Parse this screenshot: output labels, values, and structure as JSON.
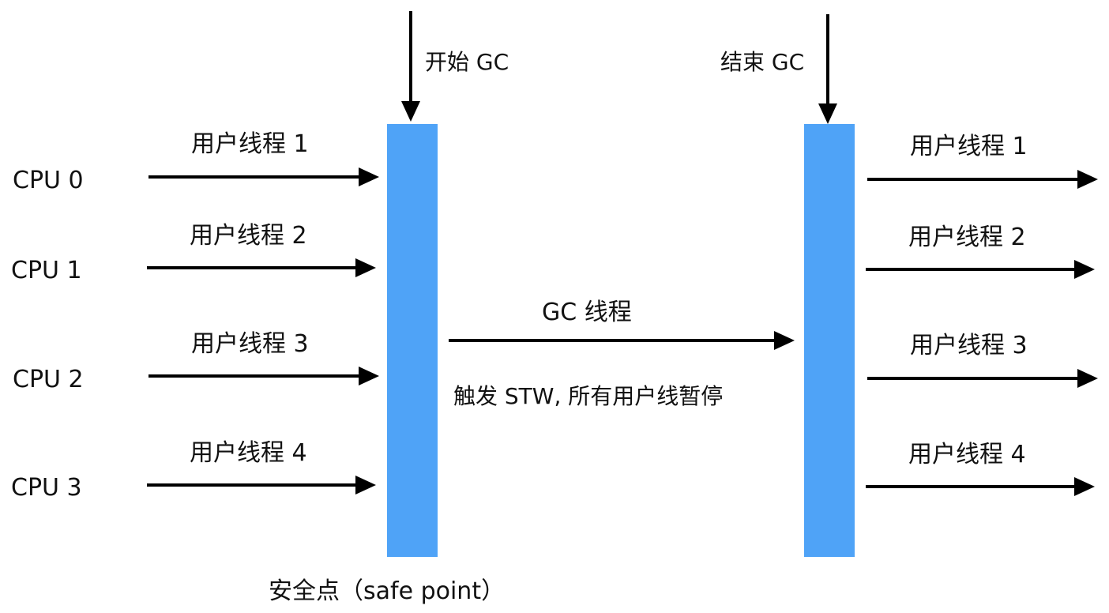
{
  "colors": {
    "bar": "#4FA3F7",
    "arrow": "#000000",
    "text": "#111111"
  },
  "cpus": [
    "CPU 0",
    "CPU 1",
    "CPU 2",
    "CPU 3"
  ],
  "left_threads": [
    "用户线程 1",
    "用户线程 2",
    "用户线程 3",
    "用户线程 4"
  ],
  "right_threads": [
    "用户线程 1",
    "用户线程 2",
    "用户线程 3",
    "用户线程 4"
  ],
  "start_gc": "开始 GC",
  "end_gc": "结束 GC",
  "gc_thread": "GC 线程",
  "stw_note": "触发 STW, 所有用户线暂停",
  "safe_point": "安全点（safe point）"
}
